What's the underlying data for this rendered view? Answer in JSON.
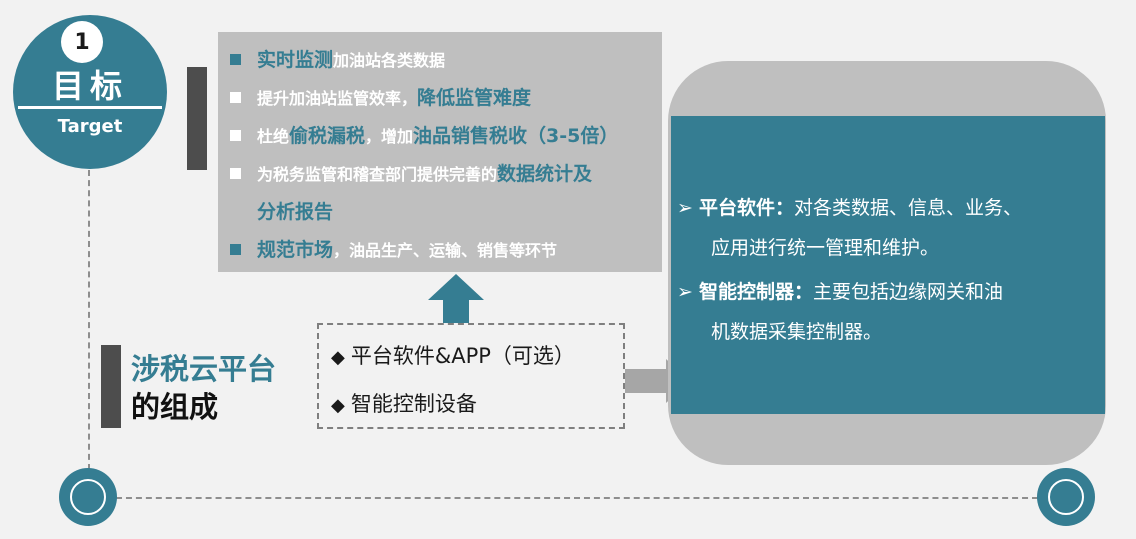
{
  "target": {
    "step_number": "1",
    "title": "目标",
    "subtitle": "Target"
  },
  "goals": [
    {
      "highlight": "实时监测",
      "text": "加油站各类数据",
      "bullet": "teal"
    },
    {
      "text": "提升加油站监管效率，",
      "highlight": "降低监管难度",
      "bullet": "white"
    },
    {
      "text_prefix": "杜绝",
      "highlight": "偷税漏税",
      "text_mid": "，增加",
      "highlight_2": "油品销售税收（3-5倍）",
      "bullet": "white"
    },
    {
      "text": "为税务监管和稽查部门提供完善的",
      "highlight": "数据统计及",
      "continuation": "分析报告",
      "bullet": "white"
    },
    {
      "highlight": "规范市场",
      "text": "，油品生产、运输、销售等环节",
      "bullet": "teal"
    }
  ],
  "platform": {
    "title_line1": "涉税云平台",
    "title_line2": "的组成",
    "components": [
      "平台软件&APP（可选）",
      "智能控制设备"
    ],
    "diamond_glyph": "◆"
  },
  "details": [
    {
      "chevron": "➢",
      "label": "平台软件：",
      "line1": "对各类数据、信息、业务、",
      "line2": "应用进行统一管理和维护。"
    },
    {
      "chevron": "➢",
      "label": "智能控制器：",
      "line1": "主要包括边缘网关和油",
      "line2": "机数据采集控制器。"
    }
  ],
  "colors": {
    "teal": "#357d92",
    "grey_box": "#bfbfbf",
    "dark_bar": "#4d4d4d",
    "background": "#f2f2f2"
  }
}
